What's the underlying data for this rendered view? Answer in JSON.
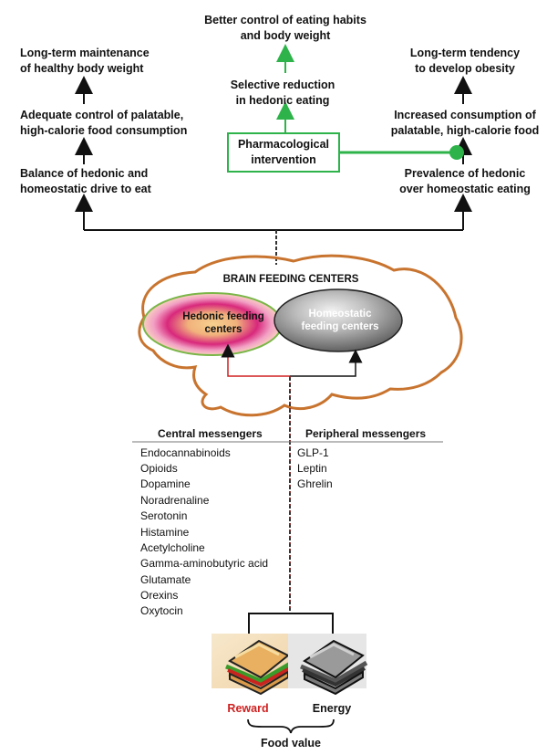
{
  "outcomes": {
    "left": {
      "top": [
        "Long-term maintenance",
        "of healthy body weight"
      ],
      "middle": [
        "Adequate control of palatable,",
        "high-calorie food consumption"
      ],
      "bottom": [
        "Balance of hedonic and",
        "homeostatic drive to eat"
      ]
    },
    "center": {
      "top": [
        "Better control of eating habits",
        "and body weight"
      ],
      "middle": [
        "Selective reduction",
        "in hedonic eating"
      ]
    },
    "right": {
      "top": [
        "Long-term tendency",
        "to develop obesity"
      ],
      "middle": [
        "Increased consumption of",
        "palatable, high-calorie food"
      ],
      "bottom": [
        "Prevalence of hedonic",
        "over homeostatic eating"
      ]
    }
  },
  "intervention": [
    "Pharmacological",
    "intervention"
  ],
  "brain": {
    "title": "BRAIN FEEDING CENTERS",
    "hedonic": [
      "Hedonic feeding",
      "centers"
    ],
    "homeostatic": [
      "Homeostatic",
      "feeding  centers"
    ]
  },
  "messengers": {
    "central_title": "Central messengers",
    "peripheral_title": "Peripheral messengers",
    "central": [
      "Endocannabinoids",
      "Opioids",
      "Dopamine",
      "Noradrenaline",
      "Serotonin",
      "Histamine",
      "Acetylcholine",
      "Gamma-aminobutyric acid",
      "Glutamate",
      "Orexins",
      "Oxytocin"
    ],
    "peripheral": [
      "GLP-1",
      "Leptin",
      "Ghrelin"
    ]
  },
  "food": {
    "reward": "Reward",
    "energy": "Energy",
    "value": "Food value"
  },
  "colors": {
    "green": "#2db34a",
    "brain_outline": "#c8742f",
    "red": "#d02020",
    "hedonic_core": "#f3c48a",
    "hedonic_ring": "#d01e7a",
    "homeostatic": "#8a8a8a"
  },
  "icons": {
    "reward": "sandwich-color-icon",
    "energy": "sandwich-gray-icon"
  }
}
